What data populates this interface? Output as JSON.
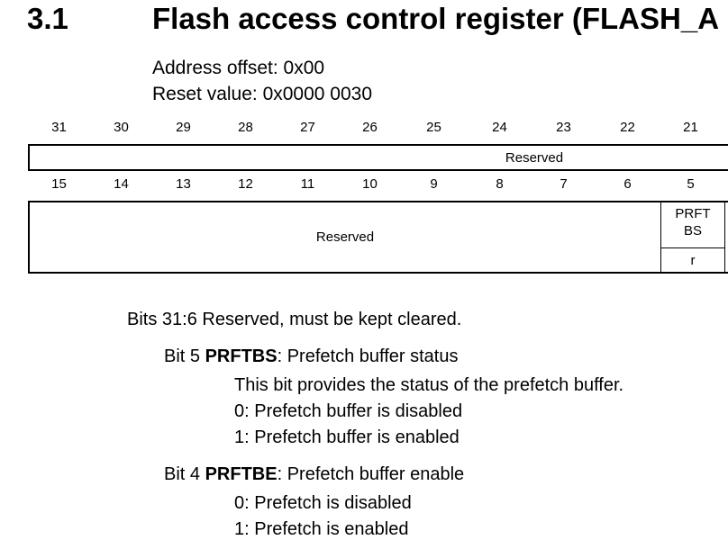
{
  "section": {
    "number": "3.1",
    "title": "Flash access control register (FLASH_A"
  },
  "address_offset": "Address offset: 0x00",
  "reset_value": "Reset value: 0x0000 0030",
  "bit_numbers_top": [
    "31",
    "30",
    "29",
    "28",
    "27",
    "26",
    "25",
    "24",
    "23",
    "22",
    "21"
  ],
  "bit_numbers_bottom": [
    "15",
    "14",
    "13",
    "12",
    "11",
    "10",
    "9",
    "8",
    "7",
    "6",
    "5"
  ],
  "register_high": {
    "reserved_label": "Reserved"
  },
  "register_low": {
    "reserved_label": "Reserved",
    "field_name_line1": "PRFT",
    "field_name_line2": "BS",
    "access": "r"
  },
  "descriptions": {
    "bits_31_6": {
      "range": "Bits 31:6",
      "text": "Reserved, must be kept cleared."
    },
    "bit5": {
      "label": "Bit 5",
      "name": "PRFTBS",
      "title_suffix": ": Prefetch buffer status",
      "line1": "This bit provides the status of the prefetch buffer.",
      "line2": "0: Prefetch buffer is disabled",
      "line3": "1: Prefetch buffer is enabled"
    },
    "bit4": {
      "label": "Bit 4",
      "name": "PRFTBE",
      "title_suffix": ": Prefetch buffer enable",
      "line1": "0: Prefetch is disabled",
      "line2": "1: Prefetch is enabled"
    }
  }
}
